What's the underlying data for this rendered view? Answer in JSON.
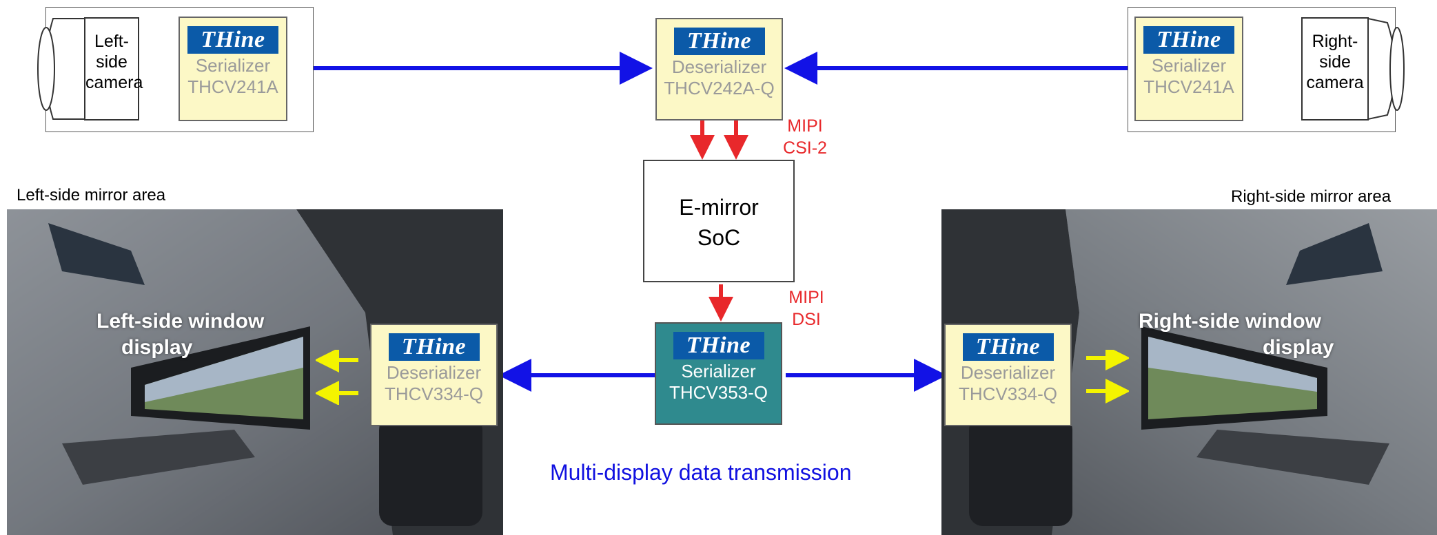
{
  "left_camera": {
    "label": "Left-side camera",
    "lines": [
      "Left-",
      "side",
      "camera"
    ]
  },
  "right_camera": {
    "label": "Right-side camera",
    "lines": [
      "Right-",
      "side",
      "camera"
    ]
  },
  "logo_text": "THine",
  "left_serializer": {
    "line1": "Serializer",
    "line2": "THCV241A"
  },
  "right_serializer": {
    "line1": "Serializer",
    "line2": "THCV241A"
  },
  "center_deserializer": {
    "line1": "Deserializer",
    "line2": "THCV242A-Q"
  },
  "soc": {
    "line1": "E-mirror",
    "line2": "SoC"
  },
  "center_serializer": {
    "line1": "Serializer",
    "line2": "THCV353-Q"
  },
  "left_deserializer": {
    "line1": "Deserializer",
    "line2": "THCV334-Q"
  },
  "right_deserializer": {
    "line1": "Deserializer",
    "line2": "THCV334-Q"
  },
  "mipi_csi": {
    "line1": "MIPI",
    "line2": "CSI-2"
  },
  "mipi_dsi": {
    "line1": "MIPI",
    "line2": "DSI"
  },
  "left_area_label": "Left-side mirror area",
  "right_area_label": "Right-side mirror area",
  "left_window_display": {
    "line1": "Left-side window",
    "line2": "display"
  },
  "right_window_display": {
    "line1": "Right-side window",
    "line2": "display"
  },
  "caption": "Multi-display data transmission",
  "colors": {
    "link_blue": "#1212e6",
    "mipi_red": "#e8282b",
    "display_yellow": "#f4f400",
    "chip_fill": "#fcf8c6",
    "serializer_teal": "#2f8a8e",
    "logo_blue": "#0b5aa8"
  }
}
